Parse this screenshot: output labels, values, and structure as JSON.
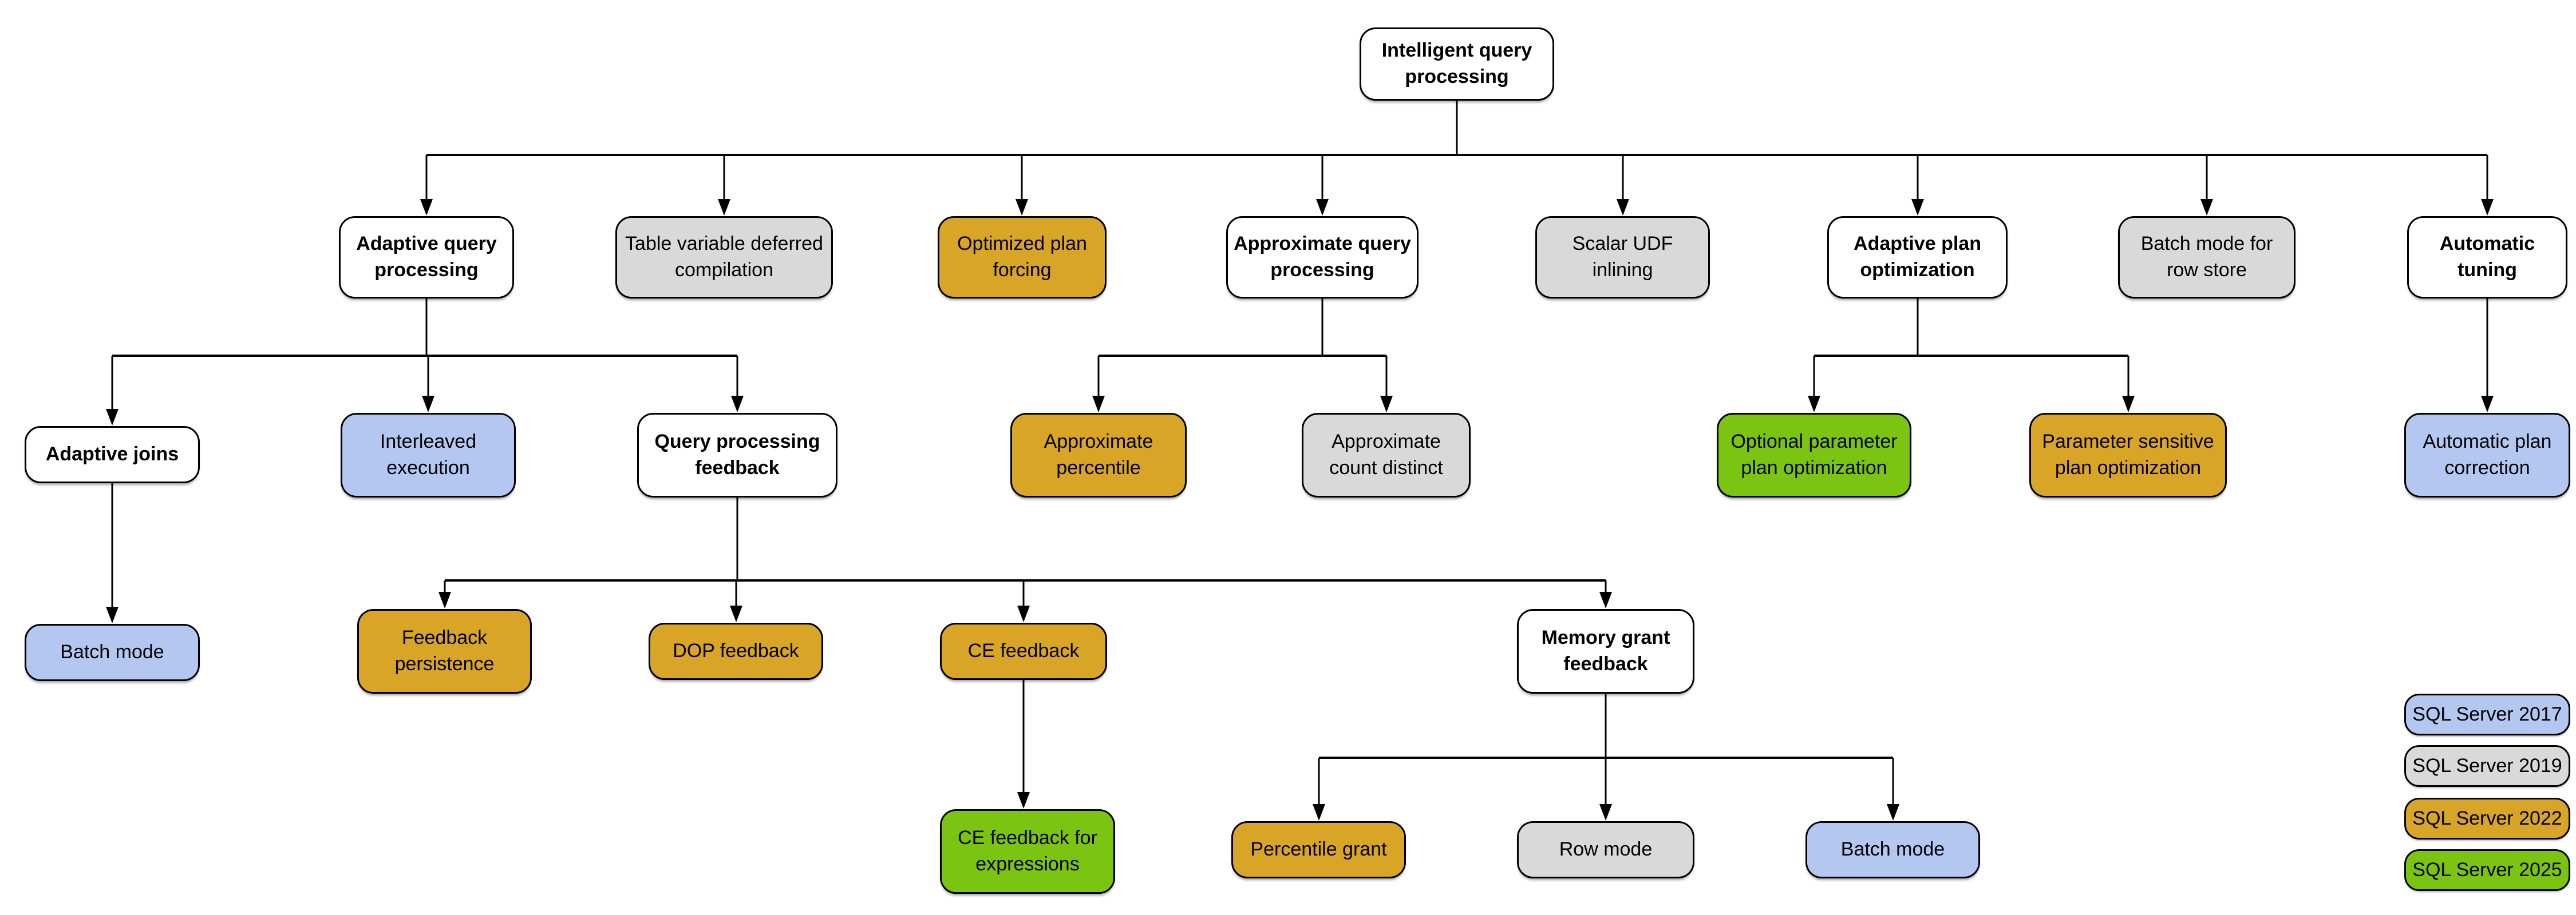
{
  "diagram_title": "Intelligent query processing",
  "colors": {
    "category_white": "#FFFFFF",
    "sql2017_blue": "#B3C7F0",
    "sql2019_gray": "#D9D9D9",
    "sql2022_gold": "#D9A526",
    "sql2025_green": "#7CC412",
    "line_black": "#000000"
  },
  "nodes": {
    "root": {
      "label": "Intelligent query processing",
      "fill": "#FFFFFF"
    },
    "adaptive_query_processing": {
      "label": "Adaptive query processing",
      "fill": "#FFFFFF"
    },
    "table_variable_deferred_compilation": {
      "label": "Table variable deferred compilation",
      "fill": "#D9D9D9",
      "version": "SQL Server 2019"
    },
    "optimized_plan_forcing": {
      "label": "Optimized plan forcing",
      "fill": "#D9A526",
      "version": "SQL Server 2022"
    },
    "approximate_query_processing": {
      "label": "Approximate query processing",
      "fill": "#FFFFFF"
    },
    "scalar_udf_inlining": {
      "label": "Scalar UDF inlining",
      "fill": "#D9D9D9",
      "version": "SQL Server 2019"
    },
    "adaptive_plan_optimization": {
      "label": "Adaptive plan optimization",
      "fill": "#FFFFFF"
    },
    "batch_mode_for_row_store": {
      "label": "Batch mode for row store",
      "fill": "#D9D9D9",
      "version": "SQL Server 2019"
    },
    "automatic_tuning": {
      "label": "Automatic tuning",
      "fill": "#FFFFFF"
    },
    "adaptive_joins": {
      "label": "Adaptive joins",
      "fill": "#FFFFFF"
    },
    "interleaved_execution": {
      "label": "Interleaved execution",
      "fill": "#B3C7F0",
      "version": "SQL Server 2017"
    },
    "query_processing_feedback": {
      "label": "Query processing feedback",
      "fill": "#FFFFFF"
    },
    "approximate_percentile": {
      "label": "Approximate percentile",
      "fill": "#D9A526",
      "version": "SQL Server 2022"
    },
    "approximate_count_distinct": {
      "label": "Approximate count distinct",
      "fill": "#D9D9D9",
      "version": "SQL Server 2019"
    },
    "optional_parameter_plan_optimization": {
      "label": "Optional parameter plan optimization",
      "fill": "#7CC412",
      "version": "SQL Server 2025"
    },
    "parameter_sensitive_plan_optimization": {
      "label": "Parameter sensitive plan optimization",
      "fill": "#D9A526",
      "version": "SQL Server 2022"
    },
    "automatic_plan_correction": {
      "label": "Automatic plan correction",
      "fill": "#B3C7F0",
      "version": "SQL Server 2017"
    },
    "batch_mode_adaptive_joins": {
      "label": "Batch mode",
      "fill": "#B3C7F0",
      "version": "SQL Server 2017"
    },
    "feedback_persistence": {
      "label": "Feedback persistence",
      "fill": "#D9A526",
      "version": "SQL Server 2022"
    },
    "dop_feedback": {
      "label": "DOP feedback",
      "fill": "#D9A526",
      "version": "SQL Server 2022"
    },
    "ce_feedback": {
      "label": "CE feedback",
      "fill": "#D9A526",
      "version": "SQL Server 2022"
    },
    "memory_grant_feedback": {
      "label": "Memory grant feedback",
      "fill": "#FFFFFF"
    },
    "ce_feedback_for_expressions": {
      "label": "CE feedback for expressions",
      "fill": "#7CC412",
      "version": "SQL Server 2025"
    },
    "percentile_grant": {
      "label": "Percentile grant",
      "fill": "#D9A526",
      "version": "SQL Server 2022"
    },
    "row_mode": {
      "label": "Row mode",
      "fill": "#D9D9D9",
      "version": "SQL Server 2019"
    },
    "batch_mode_memory_grant": {
      "label": "Batch mode",
      "fill": "#B3C7F0",
      "version": "SQL Server 2017"
    }
  },
  "legend": {
    "items": [
      {
        "label": "SQL Server 2017",
        "fill": "#B3C7F0"
      },
      {
        "label": "SQL Server 2019",
        "fill": "#D9D9D9"
      },
      {
        "label": "SQL Server 2022",
        "fill": "#D9A526"
      },
      {
        "label": "SQL Server 2025",
        "fill": "#7CC412"
      }
    ]
  }
}
